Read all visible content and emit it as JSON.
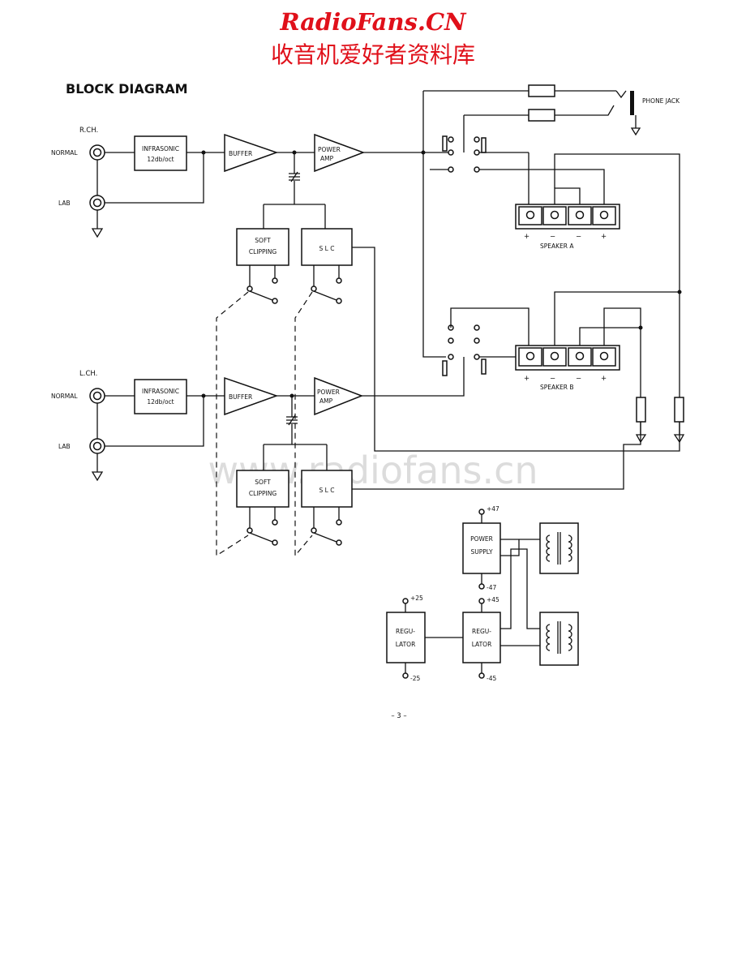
{
  "watermark": {
    "site": "RadioFans.CN",
    "chinese": "收音机爱好者资料库",
    "center": "www.radiofans.cn"
  },
  "heading": "BLOCK DIAGRAM",
  "channels": {
    "right": {
      "label": "R.CH.",
      "normal": "NORMAL",
      "lab": "LAB"
    },
    "left": {
      "label": "L.CH.",
      "normal": "NORMAL",
      "lab": "LAB"
    }
  },
  "blocks": {
    "infrasonic": [
      "INFRASONIC",
      "12db/oct"
    ],
    "buffer": "BUFFER",
    "power_amp": [
      "POWER",
      "AMP"
    ],
    "soft_clipping": [
      "SOFT",
      "CLIPPING"
    ],
    "slc": "S L C",
    "power_supply": [
      "POWER",
      "SUPPLY"
    ],
    "regulator": [
      "REGU-",
      "LATOR"
    ]
  },
  "phone_jack": "PHONE JACK",
  "speakers": {
    "a": {
      "label": "SPEAKER  A",
      "polarity": [
        "+",
        "−",
        "−",
        "+"
      ]
    },
    "b": {
      "label": "SPEAKER  B",
      "polarity": [
        "+",
        "−",
        "−",
        "+"
      ]
    }
  },
  "rails": {
    "ps_top": "+47",
    "ps_bottom": "-47",
    "reg_left_top": "+25",
    "reg_left_bottom": "-25",
    "reg_right_top": "+45",
    "reg_right_bottom": "-45"
  },
  "page_number": "– 3 –"
}
